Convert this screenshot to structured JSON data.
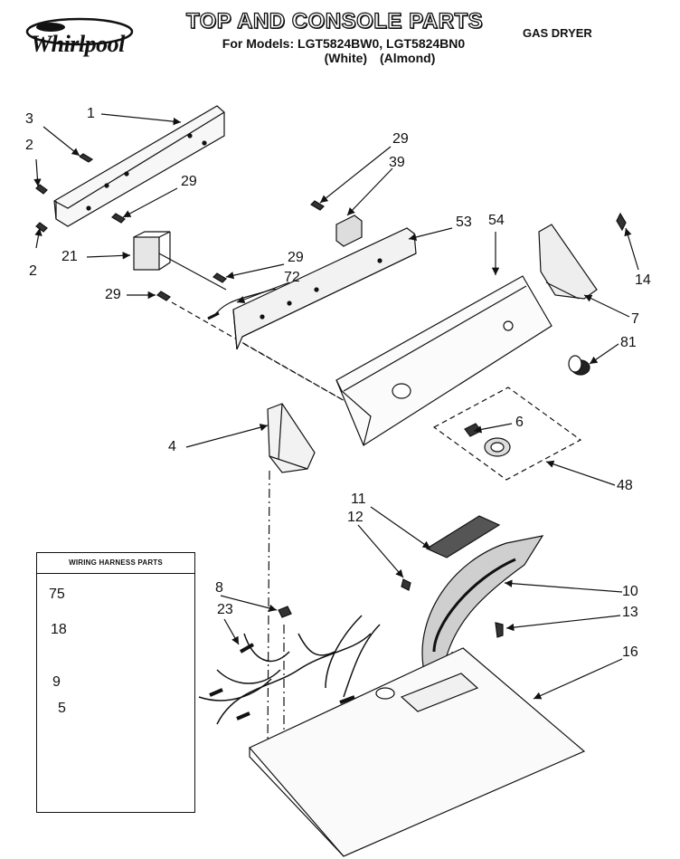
{
  "header": {
    "brand": "Whirlpool",
    "title": "TOP AND CONSOLE PARTS",
    "models": "For Models: LGT5824BW0, LGT5824BN0",
    "colors": "(White)  (Almond)",
    "product_type": "GAS DRYER"
  },
  "legend": {
    "title": "WIRING HARNESS PARTS",
    "items": [
      "75",
      "18",
      "9",
      "5"
    ]
  },
  "callouts": {
    "c1": "1",
    "c3": "3",
    "c2a": "2",
    "c2b": "2",
    "c29a": "29",
    "c21": "21",
    "c29b": "29",
    "c29c": "29",
    "c39": "39",
    "c29d": "29",
    "c72": "72",
    "c53": "53",
    "c54": "54",
    "c14": "14",
    "c7": "7",
    "c81": "81",
    "c6": "6",
    "c4": "4",
    "c48": "48",
    "c11": "11",
    "c12": "12",
    "c10": "10",
    "c13": "13",
    "c8": "8",
    "c23": "23",
    "c16": "16"
  }
}
